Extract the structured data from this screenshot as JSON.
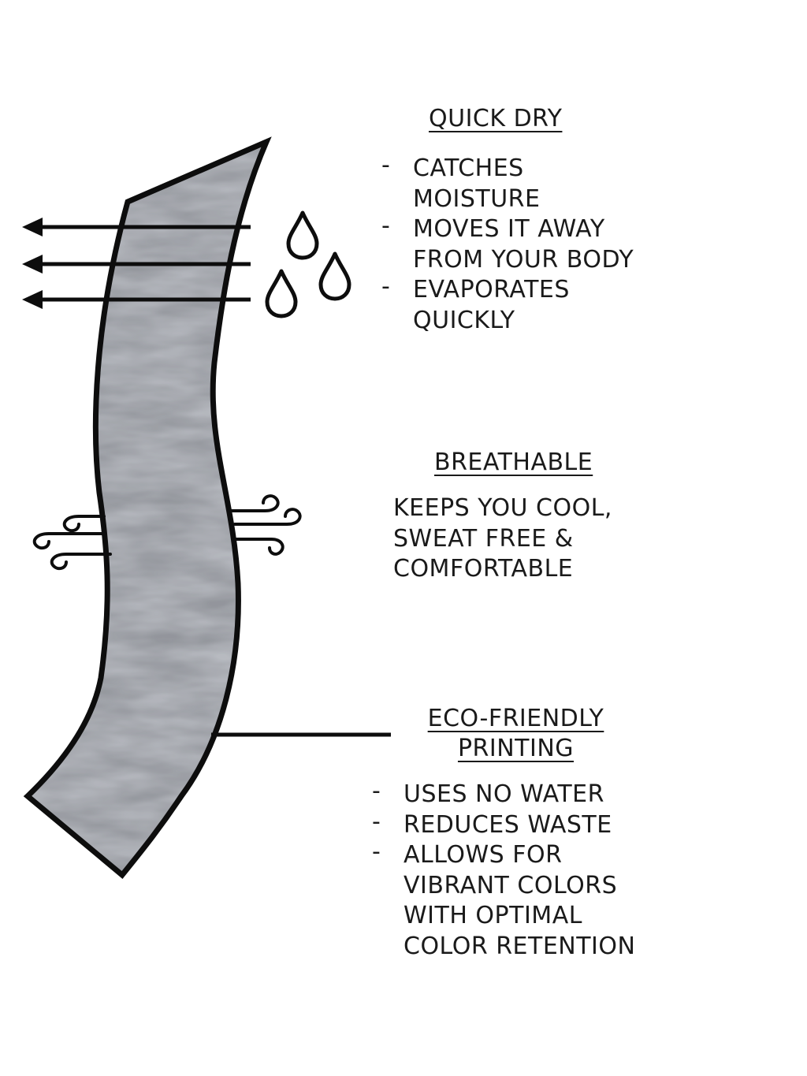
{
  "quick_dry": {
    "title": "QUICK DRY",
    "bullets": [
      "CATCHES\nMOISTURE",
      "MOVES IT AWAY\nFROM YOUR BODY",
      "EVAPORATES\nQUICKLY"
    ]
  },
  "breathable": {
    "title": "BREATHABLE",
    "description": "KEEPS YOU COOL,\nSWEAT FREE &\nCOMFORTABLE"
  },
  "eco_friendly": {
    "title": "ECO-FRIENDLY\nPRINTING",
    "bullets": [
      "USES NO WATER",
      "REDUCES WASTE",
      "ALLOWS FOR\nVIBRANT COLORS\nWITH OPTIMAL\nCOLOR RETENTION"
    ]
  },
  "icons": [
    "left-arrow-icon",
    "water-drop-icon",
    "wind-icon"
  ],
  "colors": {
    "outline": "#0d0d0d",
    "fabric_base": "#9a9da3",
    "fabric_dark": "#5f636b",
    "fabric_light": "#d2d4d8",
    "text": "#1a1a1a"
  }
}
